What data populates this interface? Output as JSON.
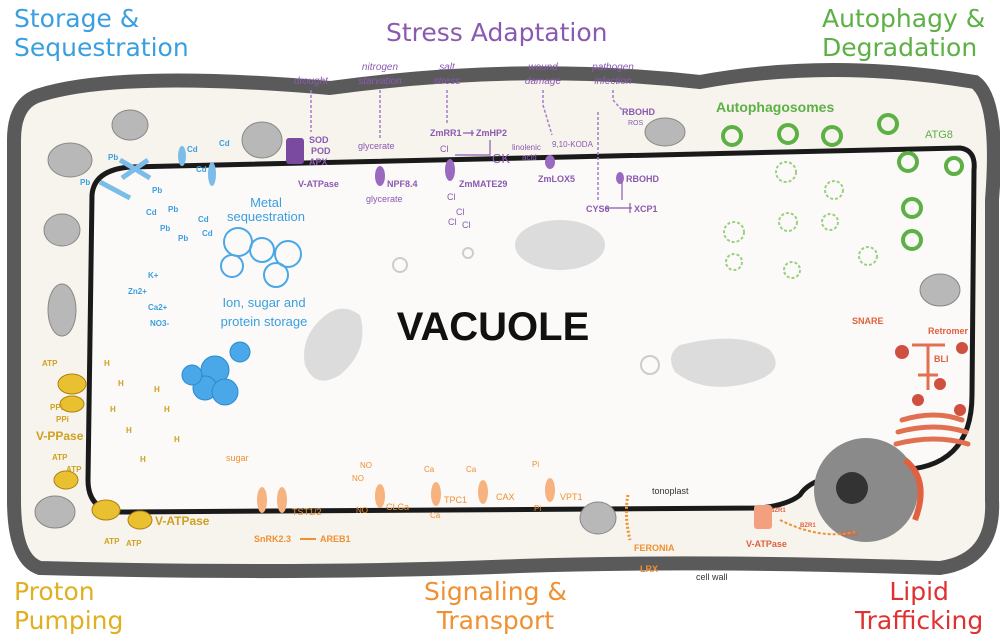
{
  "sections": {
    "storage": {
      "line1": "Storage &",
      "line2": "Sequestration",
      "color": "#3a9fe0"
    },
    "stress": {
      "title": "Stress Adaptation",
      "color": "#8a5ab0"
    },
    "autophagy": {
      "line1": "Autophagy &",
      "line2": "Degradation",
      "color": "#5cb044"
    },
    "proton": {
      "line1": "Proton",
      "line2": "Pumping",
      "color": "#e0b020"
    },
    "signaling": {
      "line1": "Signaling &",
      "line2": "Transport",
      "color": "#f09030"
    },
    "lipid": {
      "line1": "Lipid",
      "line2": "Trafficking",
      "color": "#e03030"
    }
  },
  "center_label": "VACUOLE",
  "stress": {
    "triggers": [
      "drought",
      "nitrogen",
      "starvation",
      "salt",
      "stress",
      "wound",
      "damage",
      "pathogen",
      "infection"
    ],
    "enzymes": [
      "SOD",
      "POD",
      "APX"
    ],
    "vatpase": "V-ATPase",
    "glycerate_top": "glycerate",
    "glycerate_bottom": "glycerate",
    "npf": "NPF8.4",
    "zmrr1": "ZmRR1",
    "zmhp2": "ZmHP2",
    "ck": "CK",
    "cl": "Cl",
    "zmmate": "ZmMATE29",
    "linolenic1": "linolenic",
    "linolenic2": "acid",
    "koda": "9,10-KODA",
    "zmlox": "ZmLOX5",
    "rbohd": "RBOHD",
    "ros": "ROS",
    "cys6": "CYS6",
    "xcp1": "XCP1"
  },
  "storage": {
    "pb": "Pb",
    "cd": "Cd",
    "metal1": "Metal",
    "metal2": "sequestration",
    "ions": [
      "K+",
      "Zn2+",
      "Ca2+",
      "NO3-"
    ],
    "ion1": "Ion, sugar and",
    "ion2": "protein storage"
  },
  "autophagy": {
    "autophagosomes": "Autophagosomes",
    "atg8": "ATG8"
  },
  "proton": {
    "atp": "ATP",
    "ppi": "PPi",
    "h": "H",
    "vppase": "V-PPase",
    "vatpase": "V-ATPase"
  },
  "signaling": {
    "sugar": "sugar",
    "tst": "TST1/2",
    "snrk": "SnRK2.3",
    "areb": "AREB1",
    "no3": "NO",
    "clca": "CLCa",
    "ca": "Ca",
    "tpc1": "TPC1",
    "cax": "CAX",
    "pi": "Pi",
    "vpt1": "VPT1",
    "tonoplast": "tonoplast",
    "feronia": "FERONIA",
    "lrx": "LRX",
    "cellwall": "cell wall"
  },
  "lipid": {
    "snare": "SNARE",
    "retromer": "Retromer",
    "bli": "BLI",
    "vatpase": "V-ATPase",
    "bzr1": "BZR1"
  }
}
